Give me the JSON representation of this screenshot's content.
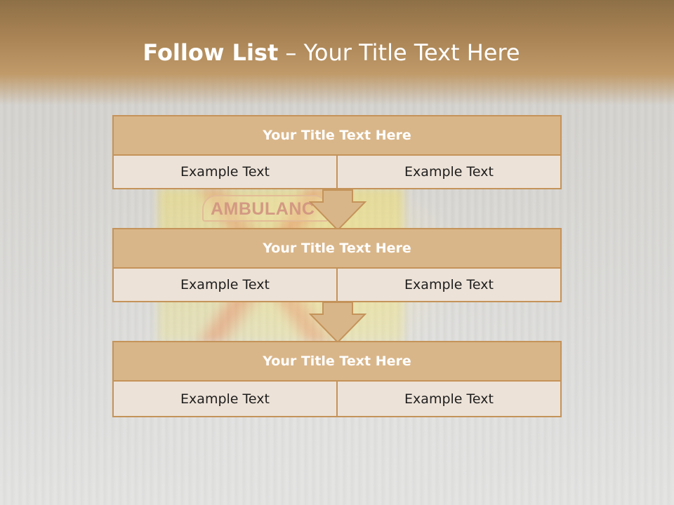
{
  "slide": {
    "title_bold": "Follow List",
    "title_rest": " – Your Title Text Here"
  },
  "background": {
    "sign_text": "AMBULANC"
  },
  "blocks": [
    {
      "title": "Your Title Text Here",
      "left": "Example Text",
      "right": "Example Text"
    },
    {
      "title": "Your Title Text Here",
      "left": "Example Text",
      "right": "Example Text"
    },
    {
      "title": "Your Title Text Here",
      "left": "Example Text",
      "right": "Example Text"
    }
  ],
  "colors": {
    "header": "#a98354",
    "block_head": "#d9b689",
    "block_row": "#ede2d7",
    "border": "#c4935a"
  }
}
